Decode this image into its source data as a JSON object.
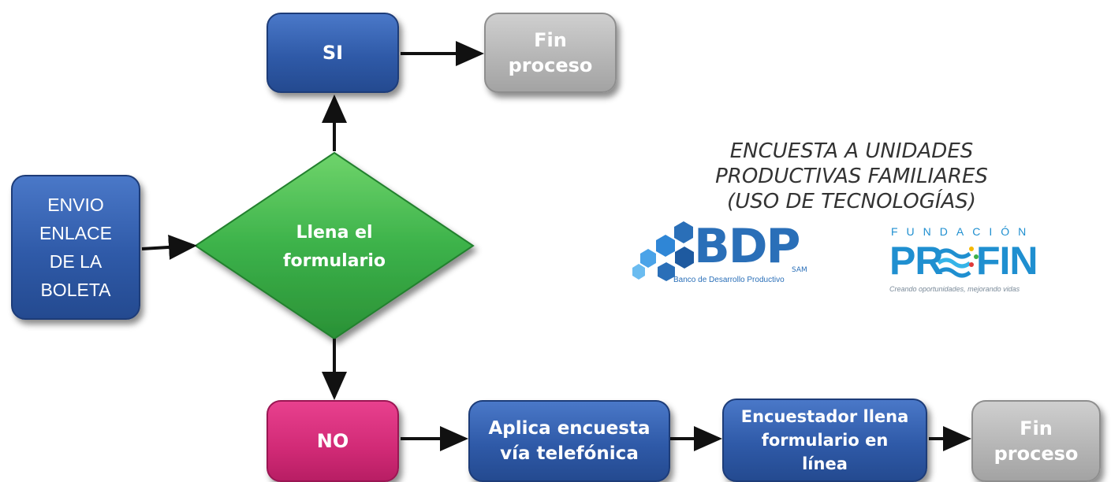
{
  "flowchart": {
    "start": [
      "ENVIO",
      "ENLACE",
      "DE LA",
      "BOLETA"
    ],
    "decision": [
      "Llena el",
      "formulario"
    ],
    "yes": "SI",
    "no": "NO",
    "end_top": [
      "Fin",
      "proceso"
    ],
    "phone": [
      "Aplica encuesta",
      "vía telefónica"
    ],
    "online": [
      "Encuestador llena",
      "formulario en",
      "línea"
    ],
    "end_bottom": [
      "Fin",
      "proceso"
    ]
  },
  "title": [
    "ENCUESTA A UNIDADES",
    "PRODUCTIVAS FAMILIARES",
    "(USO DE TECNOLOGÍAS)"
  ],
  "logos": {
    "bdp": {
      "name": "BDP",
      "suffix": "SAM",
      "tagline": "Banco de Desarrollo Productivo",
      "color": "#2a6fb8"
    },
    "profin": {
      "top": "FUNDACIÓN",
      "name_left": "PR",
      "name_right": "FIN",
      "tagline": "Creando oportunidades, mejorando vidas",
      "color": "#1f8fd0"
    }
  },
  "colors": {
    "blue": "#2f5aa8",
    "gray": "#b4b4b4",
    "pink": "#d12a76",
    "green": "#3cb24a"
  }
}
